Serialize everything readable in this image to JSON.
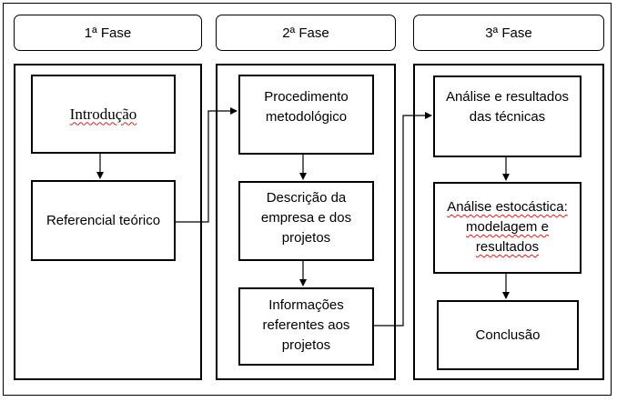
{
  "phases": [
    {
      "label": "1ª Fase"
    },
    {
      "label": "2ª Fase"
    },
    {
      "label": "3ª Fase"
    }
  ],
  "phase1": {
    "introducao": "Introdução",
    "referencial": "Referencial teórico"
  },
  "phase2": {
    "procedimento_l1": "Procedimento",
    "procedimento_l2": "metodológico",
    "descricao_l1": "Descrição da",
    "descricao_l2": "empresa e dos",
    "descricao_l3": "projetos",
    "informacoes_l1": "Informações",
    "informacoes_l2": "referentes aos",
    "informacoes_l3": "projetos"
  },
  "phase3": {
    "analise_l1": "Análise e resultados",
    "analise_l2": "das técnicas",
    "estocastica_l1": "Análise estocástica:",
    "estocastica_l2": "modelagem e",
    "estocastica_l3": "resultados",
    "conclusao": "Conclusão"
  }
}
